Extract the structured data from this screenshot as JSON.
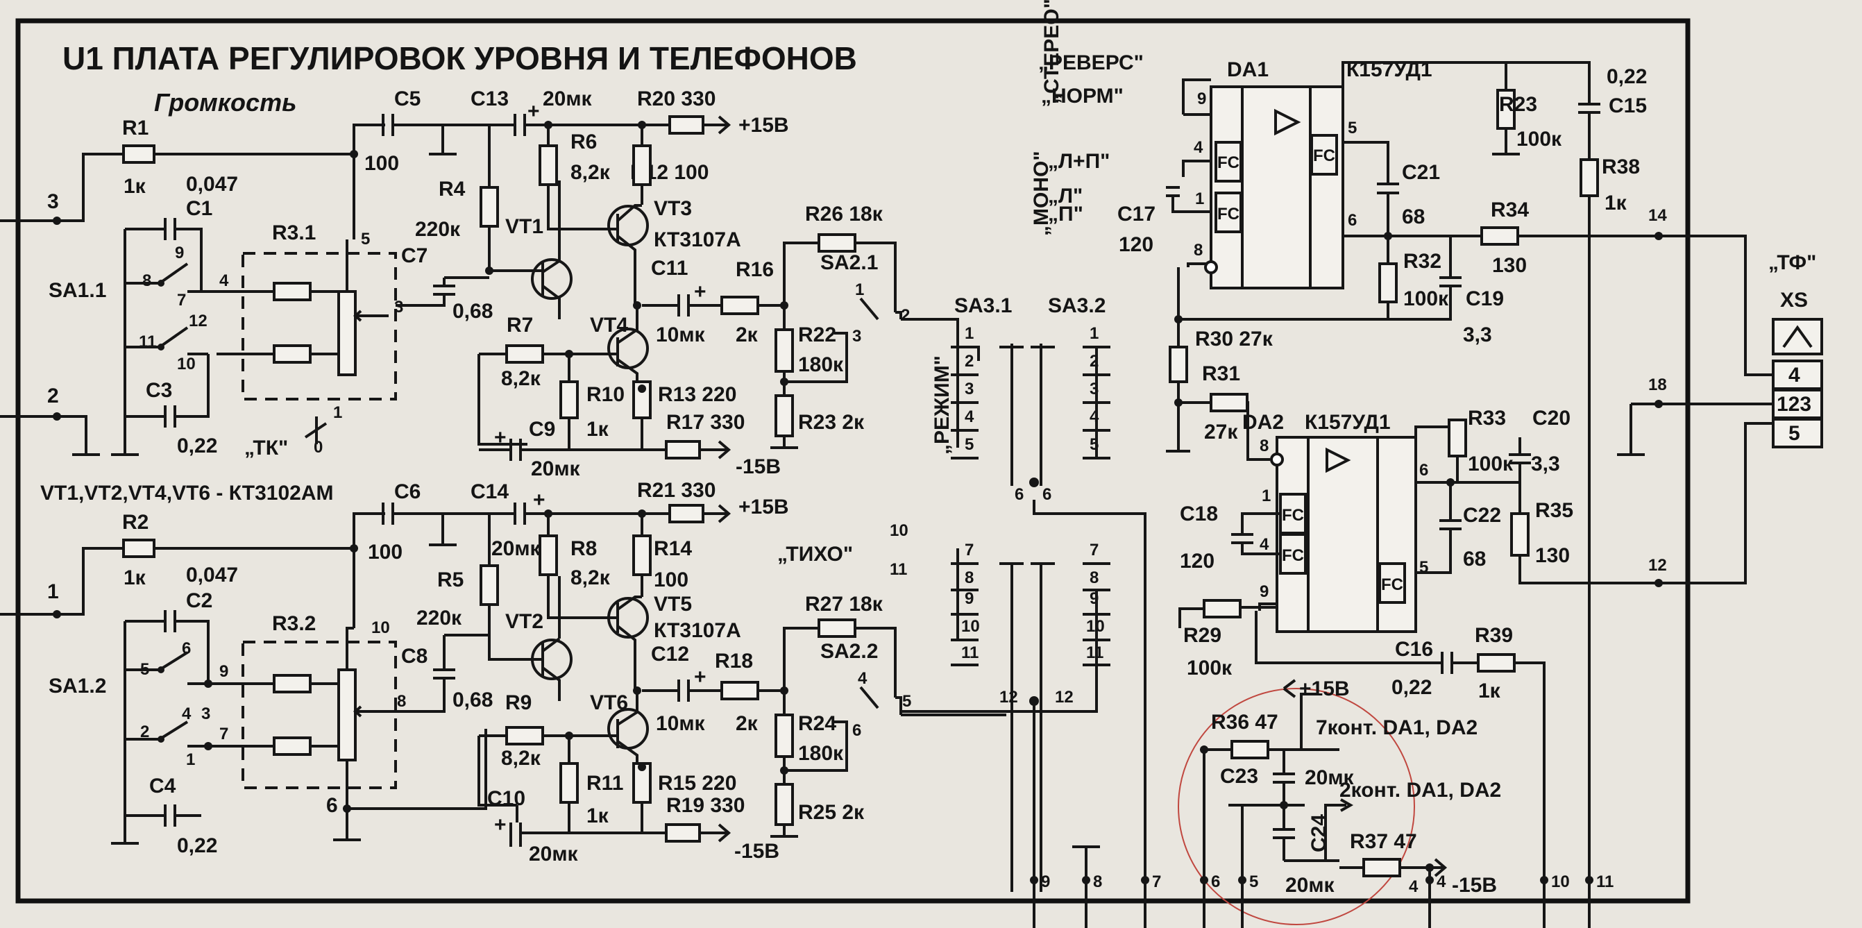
{
  "title": "U1 ПЛАТА РЕГУЛИРОВОК УРОВНЯ И ТЕЛЕФОНОВ",
  "subtitle": "Громкость",
  "transistor_note": "VT1,VT2,VT4,VT6 - КТ3102АМ",
  "annotations": {
    "revers": "„РЕВЕРС\"",
    "norm": "„НОРМ\"",
    "mono": "„МОНО\"",
    "stereo": "„СТЕРЕО\"",
    "l_plus_p": "„Л+П\"",
    "l": "„Л\"",
    "p": "„П\"",
    "tk": "„ТК\"",
    "tiho": "„ТИХО\"",
    "rezhim": "„РЕЖИМ\"",
    "tf": "„ТФ\"",
    "xs": "XS",
    "power_note_7": "7конт. DA1, DA2",
    "power_note_2": "2конт. DA1, DA2"
  },
  "ics": {
    "da1": {
      "name": "DA1",
      "type": "К157УД1"
    },
    "da2": {
      "name": "DA2",
      "type": "К157УД1"
    }
  },
  "components": {
    "r1": "R1",
    "r1v": "1к",
    "r2": "R2",
    "r2v": "1к",
    "c1": "C1",
    "c1v": "0,047",
    "c2": "C2",
    "c2v": "0,047",
    "c3": "C3",
    "c3v": "0,22",
    "c4": "C4",
    "c4v": "0,22",
    "r31a": "R3.1",
    "r32a": "R3.2",
    "sa11": "SA1.1",
    "sa12": "SA1.2",
    "c5": "C5",
    "c5v": "100",
    "c6": "C6",
    "c6v": "100",
    "c13": "C13",
    "c13v": "20мк",
    "c14": "C14",
    "c14v": "20мк",
    "r4": "R4",
    "r4v": "220к",
    "r5": "R5",
    "r5v": "220к",
    "c7": "C7",
    "c7v": "0,68",
    "c8": "C8",
    "c8v": "0,68",
    "vt1": "VT1",
    "vt2": "VT2",
    "r6": "R6",
    "r6v": "8,2к",
    "r8": "R8",
    "r8v": "8,2к",
    "r12": "R12 100",
    "r14": "R14",
    "r14v": "100",
    "vt3": "VT3",
    "vt3t": "КТ3107А",
    "vt5": "VT5",
    "vt5t": "КТ3107А",
    "r20": "R20 330",
    "r21": "R21 330",
    "p15": "+15В",
    "m15": "-15В",
    "r7": "R7",
    "r7v": "8,2к",
    "r9": "R9",
    "r9v": "8,2к",
    "vt4": "VT4",
    "vt6": "VT6",
    "r10": "R10",
    "r10v": "1к",
    "r11": "R11",
    "r11v": "1к",
    "r13": "R13 220",
    "r15": "R15 220",
    "c9": "C9",
    "c9v": "20мк",
    "c10": "C10",
    "c10v": "20мк",
    "r17": "R17 330",
    "r19": "R19 330",
    "c11": "C11",
    "c11v": "10мк",
    "c12": "C12",
    "c12v": "10мк",
    "r16": "R16",
    "r16v": "2к",
    "r18": "R18",
    "r18v": "2к",
    "r26": "R26 18к",
    "r27": "R27 18к",
    "sa21": "SA2.1",
    "sa22": "SA2.2",
    "r22": "R22",
    "r22v": "180к",
    "r24": "R24",
    "r24v": "180к",
    "r23b": "R23 2к",
    "r25": "R25 2к",
    "sa31": "SA3.1",
    "sa32": "SA3.2",
    "c17": "C17",
    "c17v": "120",
    "r23": "R23",
    "r23v": "100к",
    "c15": "C15",
    "c15v": "0,22",
    "r38": "R38",
    "r38v": "1к",
    "c21": "C21",
    "c21v": "68",
    "r32": "R32",
    "r32v": "100к",
    "c19": "C19",
    "c19v": "3,3",
    "r34": "R34",
    "r34v": "130",
    "r30": "R30 27к",
    "r31": "R31",
    "r31v": "27к",
    "r33": "R33",
    "r33v": "100к",
    "c20": "C20",
    "c20v": "3,3",
    "c18": "C18",
    "c18v": "120",
    "c22": "C22",
    "c22v": "68",
    "r35": "R35",
    "r35v": "130",
    "r29": "R29",
    "r29v": "100к",
    "c16": "C16",
    "c16v": "0,22",
    "r39": "R39",
    "r39v": "1к",
    "r36": "R36 47",
    "r37": "R37 47",
    "c23": "C23",
    "c23v": "20мк",
    "c24": "C24",
    "c24v": "20мк",
    "xs_pins": [
      "4",
      "123",
      "5"
    ],
    "fc": "FC"
  },
  "pins": {
    "in3": "3",
    "in2": "2",
    "in1": "1",
    "p4": "4",
    "p5": "5",
    "p6": "6",
    "p7": "7",
    "p8": "8",
    "p9": "9",
    "p10": "10",
    "p11": "11",
    "p12": "12",
    "p14": "14",
    "p18": "18"
  },
  "bottom_pins": [
    "9",
    "8",
    "7",
    "6",
    "5",
    "4",
    "10",
    "11"
  ]
}
